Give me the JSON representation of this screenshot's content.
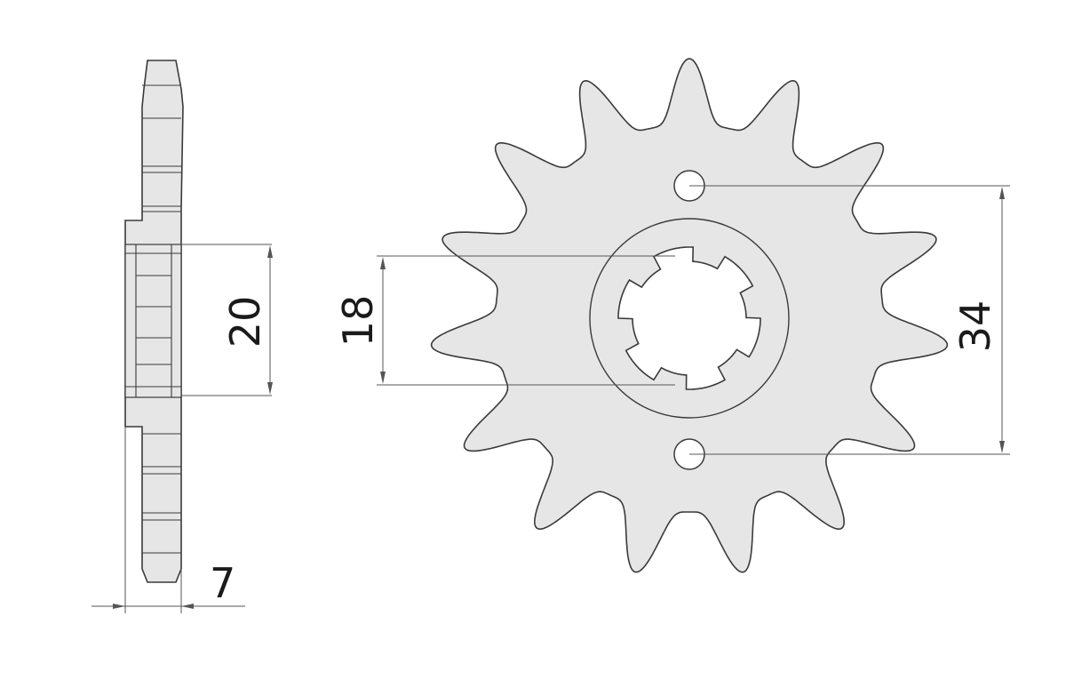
{
  "dimensions": {
    "thickness": "7",
    "hub_width": "20",
    "spline_diameter": "18",
    "bolt_spacing": "34"
  },
  "colors": {
    "part_fill": "#e6e6e6",
    "outline": "#3a3a3a"
  }
}
